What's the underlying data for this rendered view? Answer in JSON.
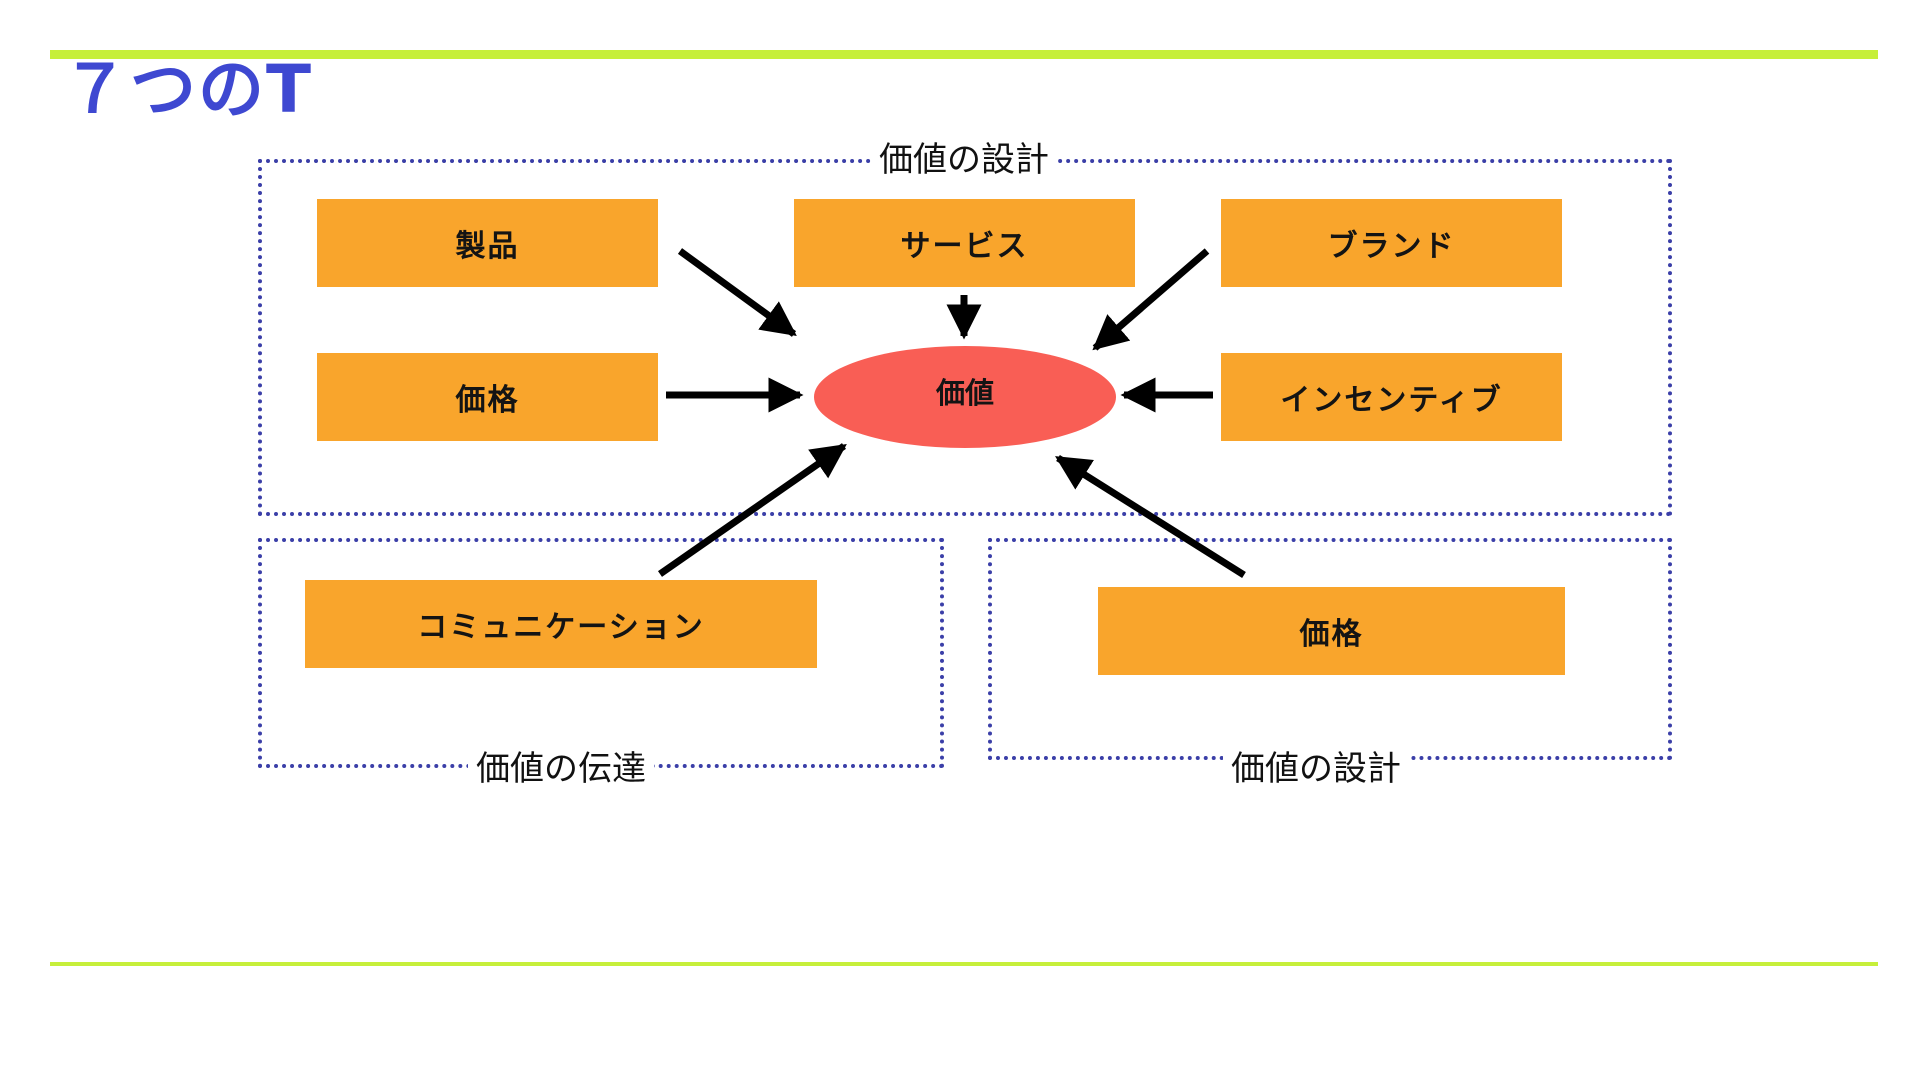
{
  "slide": {
    "title": "７つのT"
  },
  "groups": {
    "design_top": {
      "label": "価値の設計"
    },
    "communication": {
      "label": "価値の伝達"
    },
    "design_bottom": {
      "label": "価値の設計"
    }
  },
  "nodes": {
    "product": "製品",
    "service": "サービス",
    "brand": "ブランド",
    "price": "価格",
    "incentive": "インセンティブ",
    "communication": "コミュニケーション",
    "price_bottom": "価格",
    "center": "価値"
  },
  "colors": {
    "accent_rule": "#c6ef3a",
    "title": "#3e48d1",
    "box_fill": "#f9a52c",
    "center_fill": "#f95e55",
    "group_border": "#3b3fa8",
    "arrow": "#000000"
  }
}
